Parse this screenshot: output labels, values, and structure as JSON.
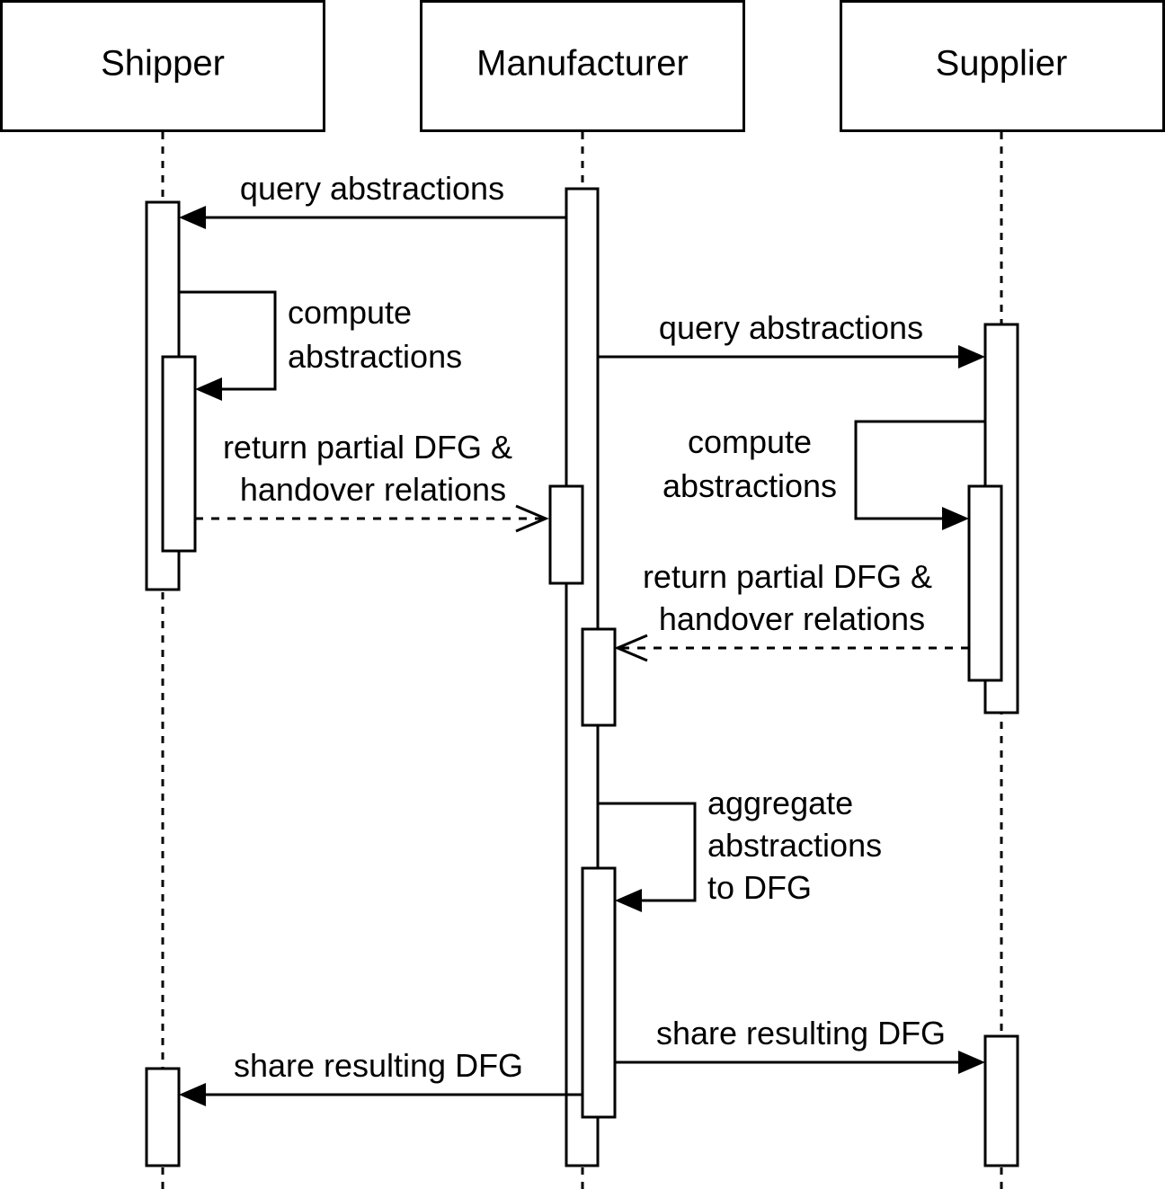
{
  "colors": {
    "stroke": "#000000",
    "background": "#ffffff"
  },
  "participants": [
    {
      "id": "shipper",
      "label": "Shipper"
    },
    {
      "id": "manufacturer",
      "label": "Manufacturer"
    },
    {
      "id": "supplier",
      "label": "Supplier"
    }
  ],
  "messages": [
    {
      "id": "m1",
      "from": "manufacturer",
      "to": "shipper",
      "kind": "call",
      "lines": [
        "query abstractions"
      ]
    },
    {
      "id": "m2",
      "from": "shipper",
      "to": "shipper",
      "kind": "self",
      "lines": [
        "compute",
        "abstractions"
      ]
    },
    {
      "id": "m3",
      "from": "manufacturer",
      "to": "supplier",
      "kind": "call",
      "lines": [
        "query abstractions"
      ]
    },
    {
      "id": "m4",
      "from": "supplier",
      "to": "supplier",
      "kind": "self",
      "lines": [
        "compute",
        "abstractions"
      ]
    },
    {
      "id": "m5",
      "from": "shipper",
      "to": "manufacturer",
      "kind": "return",
      "lines": [
        "return partial DFG &",
        "handover relations"
      ]
    },
    {
      "id": "m6",
      "from": "supplier",
      "to": "manufacturer",
      "kind": "return",
      "lines": [
        "return partial DFG &",
        "handover relations"
      ]
    },
    {
      "id": "m7",
      "from": "manufacturer",
      "to": "manufacturer",
      "kind": "self",
      "lines": [
        "aggregate",
        "abstractions",
        "to DFG"
      ]
    },
    {
      "id": "m8",
      "from": "manufacturer",
      "to": "supplier",
      "kind": "call",
      "lines": [
        "share resulting DFG"
      ]
    },
    {
      "id": "m9",
      "from": "manufacturer",
      "to": "shipper",
      "kind": "call",
      "lines": [
        "share resulting DFG"
      ]
    }
  ]
}
